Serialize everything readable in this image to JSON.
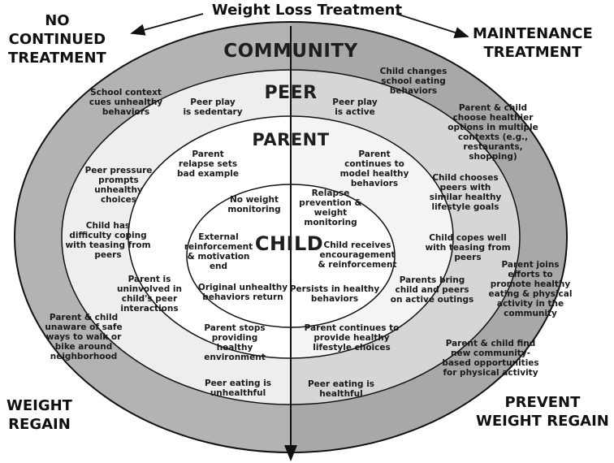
{
  "header": {
    "title": "Weight Loss Treatment"
  },
  "corners": {
    "top_left": "NO\nCONTINUED\nTREATMENT",
    "top_right": "MAINTENANCE\nTREATMENT",
    "bottom_left": "WEIGHT\nREGAIN",
    "bottom_right": "PREVENT\nWEIGHT REGAIN"
  },
  "levels": {
    "community": "COMMUNITY",
    "peer": "PEER",
    "parent": "PARENT",
    "child": "CHILD"
  },
  "colors": {
    "community_left": "#b3b3b3",
    "community_right": "#a8a8a8",
    "peer_left": "#eeeeee",
    "peer_right": "#d6d6d6",
    "parent_left": "#ffffff",
    "parent_right": "#f4f4f4",
    "child_left": "#ffffff",
    "child_right": "#ffffff"
  },
  "left": {
    "community": [
      "School context\ncues unhealthy\nbehaviors",
      "Parent & child\nunaware of safe\nways to walk or\nbike around\nneighborhood"
    ],
    "peer": [
      "Peer play\nis sedentary",
      "Peer pressure\nprompts\nunhealthy\nchoices",
      "Child has\ndifficulty coping\nwith teasing from\npeers",
      "Peer eating is\nunhealthful"
    ],
    "parent": [
      "Parent\nrelapse sets\nbad example",
      "Parent is\nuninvolved in\nchild's peer\ninteractions",
      "Parent stops\nproviding\nhealthy\nenvironment"
    ],
    "child": [
      "No weight\nmonitoring",
      "External\nreinforcement\n& motivation\nend",
      "Original unhealthy\nbehaviors return"
    ]
  },
  "right": {
    "community": [
      "Child changes\nschool eating\nbehaviors",
      "Parent & child\nchoose healthier\noptions in multiple\ncontexts (e.g.,\nrestaurants,\nshopping)",
      "Parent joins efforts to\npromote healthy\neating & physical\nactivity in the\ncommunity",
      "Parent & child find\nnew community-\nbased opportunities\nfor physical activity"
    ],
    "peer": [
      "Peer play\nis active",
      "Child chooses\npeers with\nsimilar healthy\nlifestyle goals",
      "Child copes well\nwith teasing from\npeers",
      "Peer eating is\nhealthful"
    ],
    "parent": [
      "Parent\ncontinues to\nmodel healthy\nbehaviors",
      "Parents bring\nchild and peers\non active outings",
      "Parent continues to\nprovide healthy\nlifestyle choices"
    ],
    "child": [
      "Relapse\nprevention &\nweight\nmonitoring",
      "Child receives\nencouragement\n& reinforcement",
      "Persists in healthy\nbehaviors"
    ]
  }
}
